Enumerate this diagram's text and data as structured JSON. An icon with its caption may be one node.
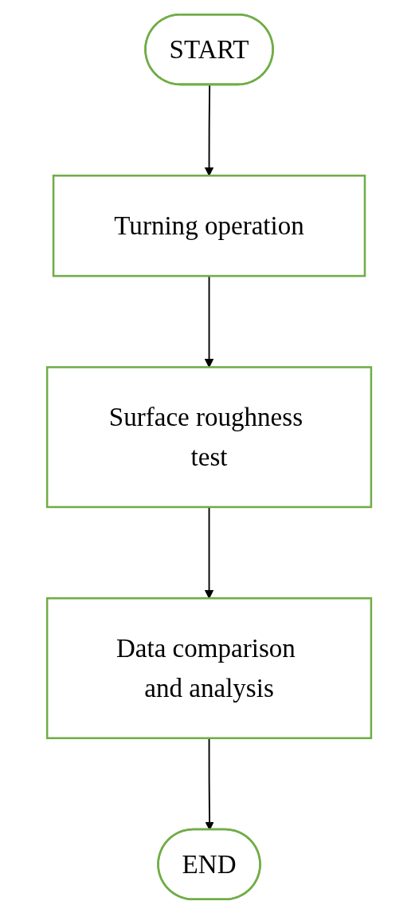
{
  "diagram": {
    "nodes": [
      {
        "text": [
          "START"
        ]
      },
      {
        "text": [
          "Turning operation"
        ]
      },
      {
        "text": [
          "Surface roughness test"
        ]
      },
      {
        "text": [
          "Data comparison and analysis"
        ]
      },
      {
        "text": [
          "END"
        ]
      }
    ],
    "edges": [
      {
        "from": 0,
        "to": 1,
        "arrow": "to"
      },
      {
        "from": 1,
        "to": 2,
        "arrow": "to"
      },
      {
        "from": 2,
        "to": 3,
        "arrow": "to"
      },
      {
        "from": 3,
        "to": 4,
        "arrow": "to"
      }
    ]
  }
}
